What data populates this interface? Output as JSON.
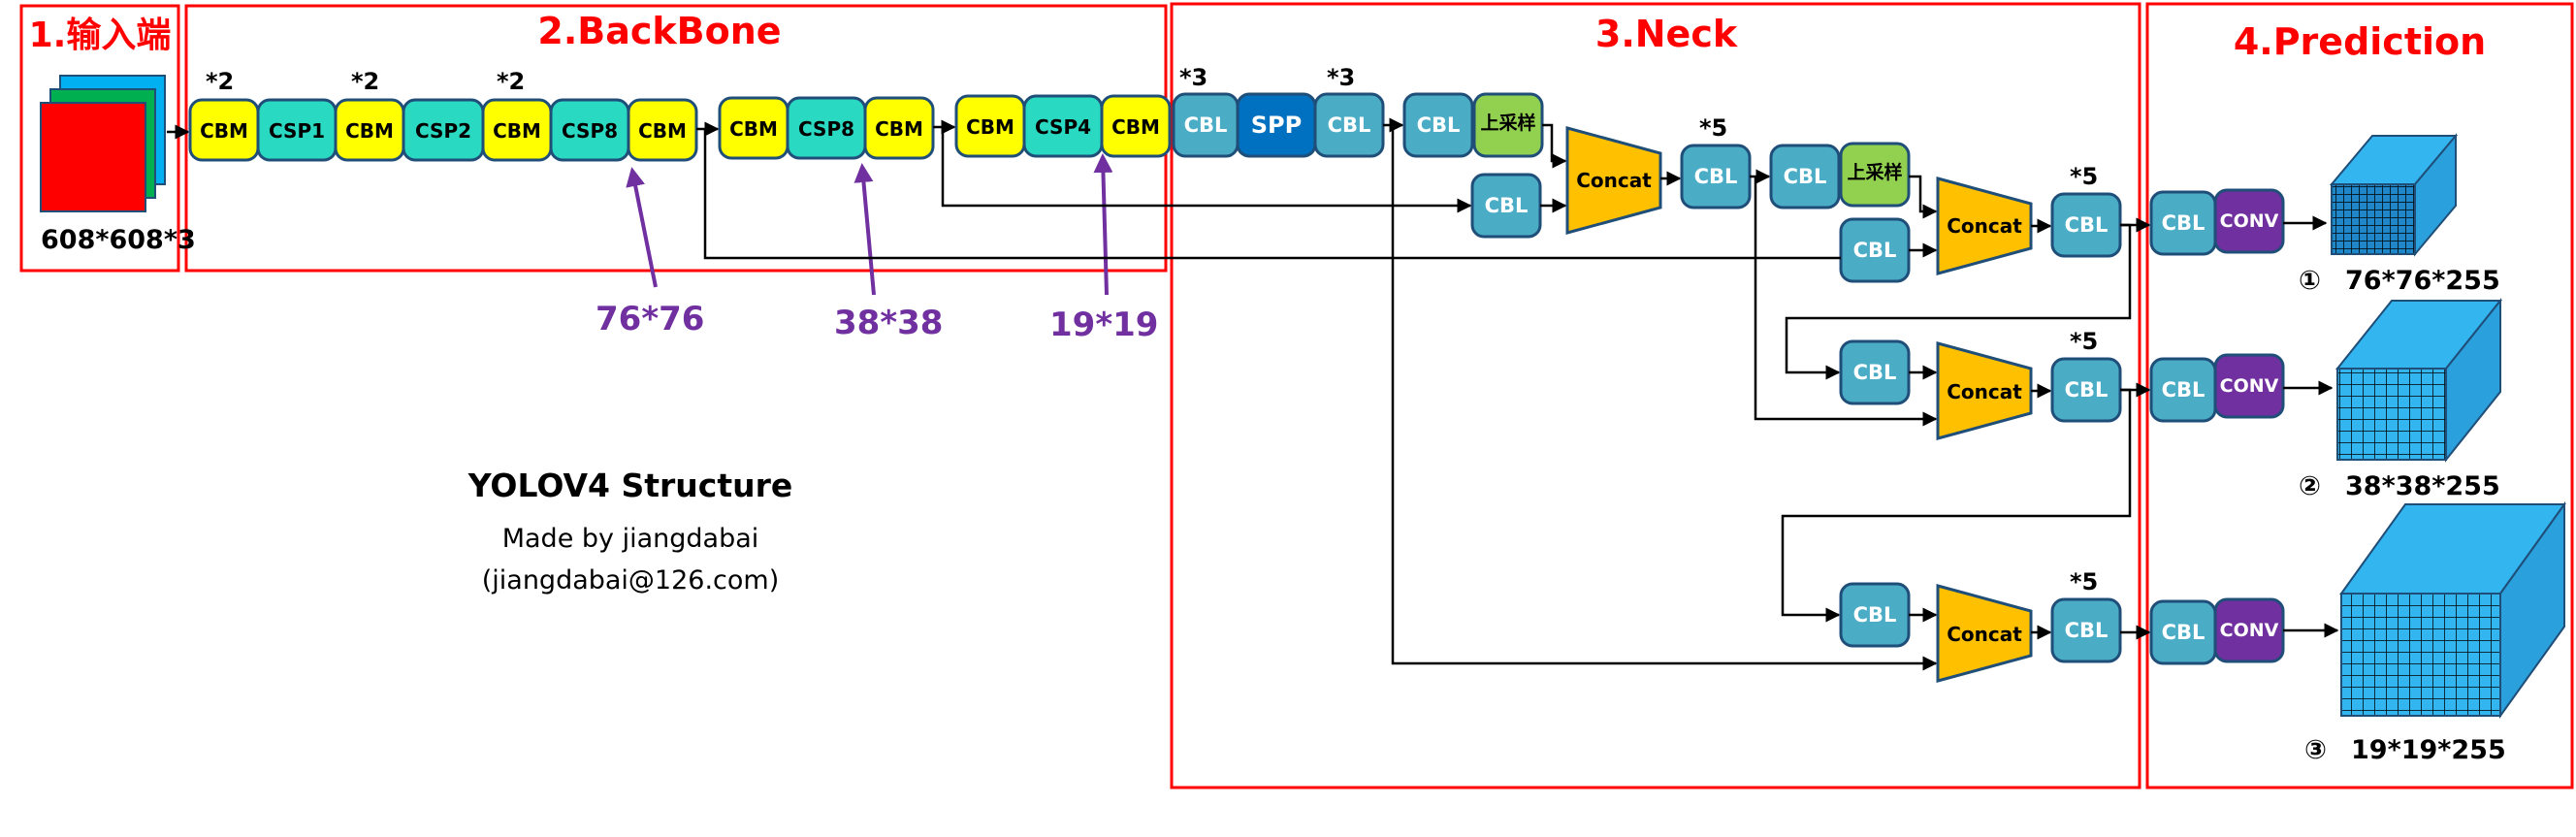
{
  "sections": {
    "input": "1.输入端",
    "backbone": "2.BackBone",
    "neck": "3.Neck",
    "prediction": "4.Prediction"
  },
  "input_size": "608*608*3",
  "multipliers": {
    "m1": "*2",
    "m2": "*2",
    "m3": "*2",
    "neck_cbl3a": "*3",
    "neck_cbl3b": "*3",
    "neck_c5a": "*5",
    "neck_c5b": "*5",
    "neck_c5c": "*5",
    "neck_c5d": "*5"
  },
  "backbone_blocks": [
    "CBM",
    "CSP1",
    "CBM",
    "CSP2",
    "CBM",
    "CSP8",
    "CBM",
    "CBM",
    "CSP8",
    "CBM",
    "CBM",
    "CSP4",
    "CBM"
  ],
  "neck_labels": {
    "cbl": "CBL",
    "spp": "SPP",
    "upsample": "上采样",
    "concat": "Concat",
    "conv": "CONV"
  },
  "feature_dims": {
    "d76": "76*76",
    "d38": "38*38",
    "d19": "19*19"
  },
  "outputs": [
    {
      "num": "①",
      "label": "76*76*255"
    },
    {
      "num": "②",
      "label": "38*38*255"
    },
    {
      "num": "③",
      "label": "19*19*255"
    }
  ],
  "caption": {
    "title": "YOLOV4 Structure",
    "author": "Made by jiangdabai",
    "email": "(jiangdabai@126.com)"
  },
  "colors": {
    "section_border": "#ff0000",
    "cbm": "#ffff00",
    "csp": "#2ad9c1",
    "cbl": "#4bacc6",
    "spp": "#0070c0",
    "upsample": "#92d050",
    "concat": "#ffc000",
    "conv": "#7030a0",
    "cube": "#33b5f0",
    "dims": "#7030a0"
  }
}
